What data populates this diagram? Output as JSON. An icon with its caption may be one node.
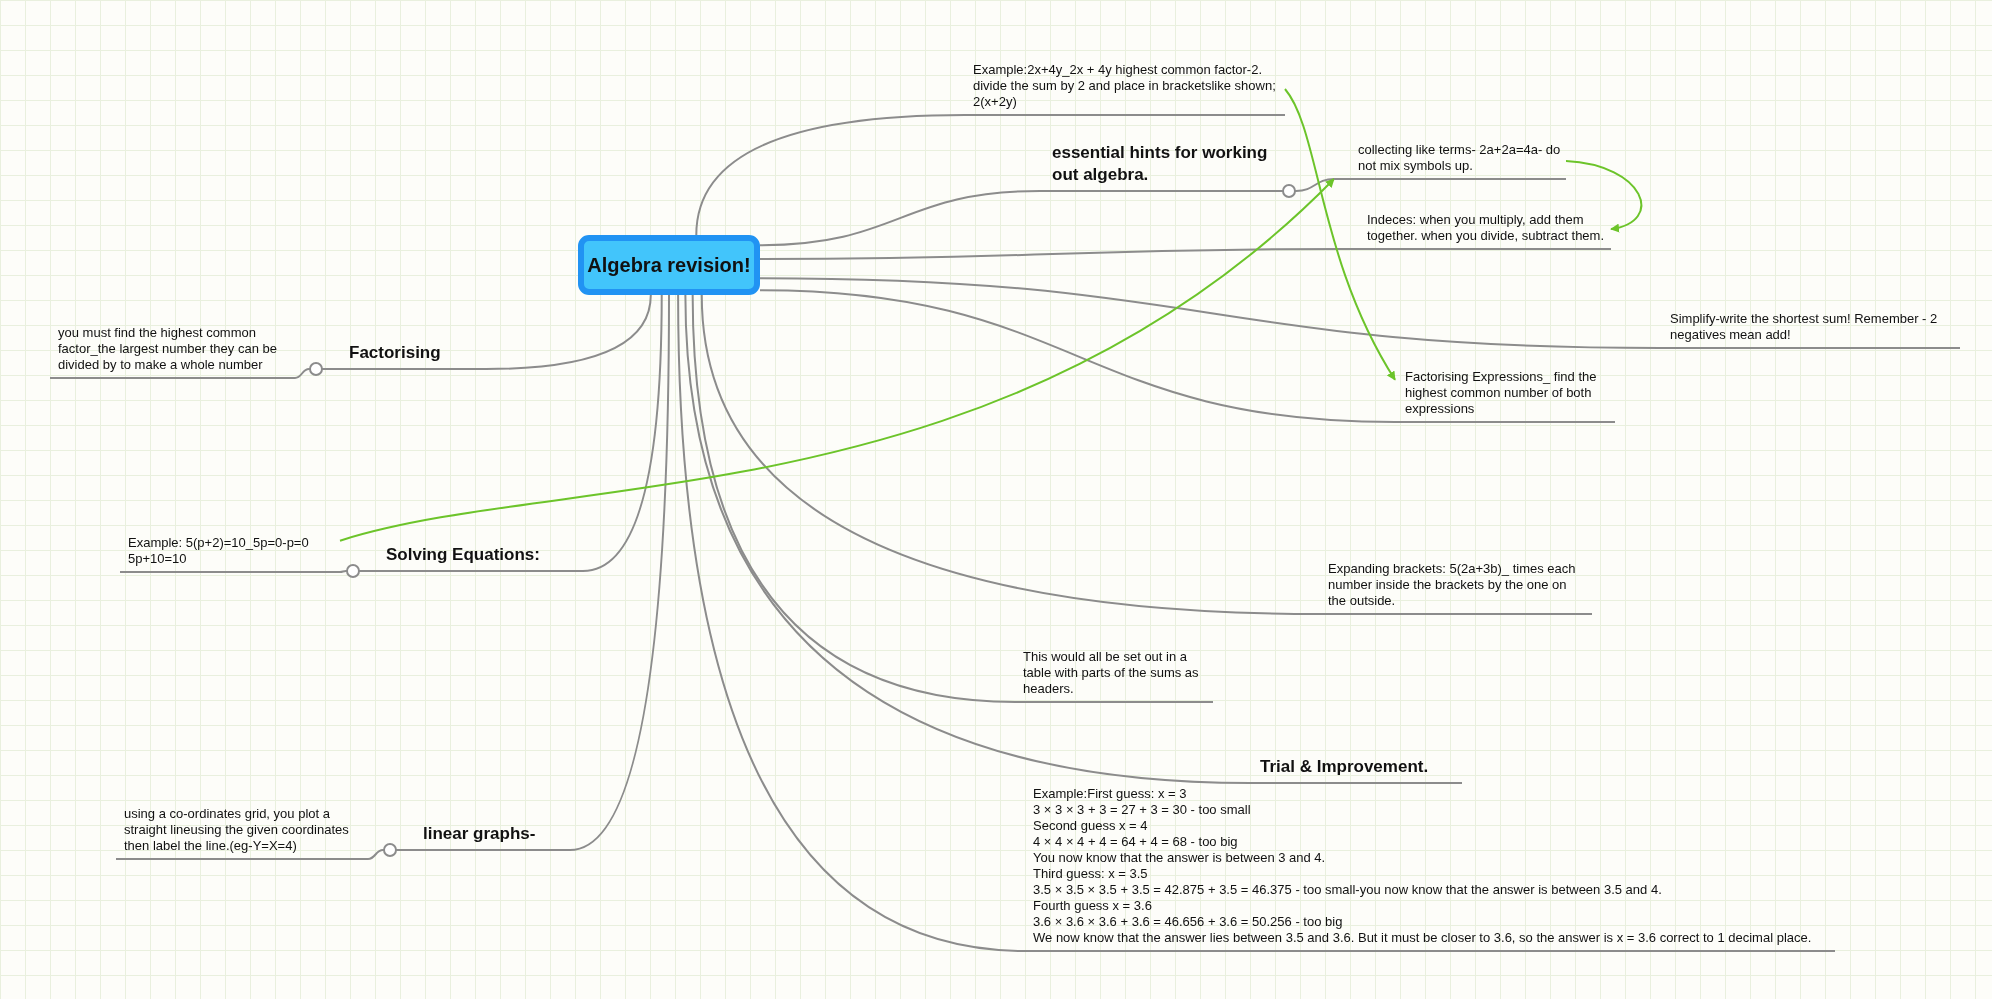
{
  "diagram": {
    "nodes": [
      {
        "text": [
          "Algebra revision!"
        ]
      },
      {
        "text": [
          "Example:2x+4y_2x + 4y highest common factor-2. divide the sum by 2 and place in bracketslike shown; 2(x+2y)"
        ]
      },
      {
        "text": [
          "essential hints for working out algebra."
        ]
      },
      {
        "text": [
          "collecting like terms- 2a+2a=4a- do not mix symbols up."
        ]
      },
      {
        "text": [
          "Indeces: when you multiply, add them together. when you divide, subtract them."
        ]
      },
      {
        "text": [
          "Simplify-write the shortest sum! Remember - 2 negatives mean add!"
        ]
      },
      {
        "text": [
          "Factorising Expressions_ find the highest common number of both expressions"
        ]
      },
      {
        "text": [
          "Expanding brackets: 5(2a+3b)_ times each number inside the brackets by the one on the outside."
        ]
      },
      {
        "text": [
          "This would all be set out in a table with parts of the sums as headers."
        ]
      },
      {
        "text": [
          "Trial & Improvement."
        ]
      },
      {
        "text": [
          "Example:First guess: x = 3",
          "3 × 3 × 3 + 3 = 27 + 3 = 30 - too small",
          "Second guess x = 4",
          "4 × 4 × 4 + 4 = 64 + 4 = 68 - too big",
          "You now know that the answer is between 3 and 4.",
          "Third guess: x = 3.5",
          "3.5 × 3.5 × 3.5 + 3.5 = 42.875 + 3.5 = 46.375 - too small-you now know that the answer is between 3.5 and 4.",
          "Fourth guess x = 3.6",
          "3.6 × 3.6 × 3.6 + 3.6 = 46.656 + 3.6 = 50.256 - too big",
          "We now know that the answer lies between 3.5 and 3.6. But it must be closer to 3.6, so the answer is x = 3.6 correct to 1 decimal place."
        ]
      },
      {
        "text": [
          "Factorising"
        ]
      },
      {
        "text": [
          "you must find the highest common factor_the largest number they can be divided by to make a whole number"
        ]
      },
      {
        "text": [
          "Solving Equations:"
        ]
      },
      {
        "text": [
          "Example: 5(p+2)=10_5p=0-p=0 5p+10=10"
        ]
      },
      {
        "text": [
          "linear graphs-"
        ]
      },
      {
        "text": [
          "using a co-ordinates grid, you plot a straight lineusing the given coordinates then label the line.(eg-Y=X=4)"
        ]
      }
    ],
    "edges": [
      {
        "from": 0,
        "to": 1,
        "arrow": "none"
      },
      {
        "from": 0,
        "to": 2,
        "arrow": "none"
      },
      {
        "from": 0,
        "to": 4,
        "arrow": "none"
      },
      {
        "from": 0,
        "to": 5,
        "arrow": "none"
      },
      {
        "from": 0,
        "to": 6,
        "arrow": "none"
      },
      {
        "from": 0,
        "to": 7,
        "arrow": "none"
      },
      {
        "from": 0,
        "to": 8,
        "arrow": "none"
      },
      {
        "from": 0,
        "to": 9,
        "arrow": "none"
      },
      {
        "from": 0,
        "to": 10,
        "arrow": "none"
      },
      {
        "from": 0,
        "to": 11,
        "arrow": "none"
      },
      {
        "from": 0,
        "to": 13,
        "arrow": "none"
      },
      {
        "from": 0,
        "to": 15,
        "arrow": "none"
      },
      {
        "from": 2,
        "to": 3,
        "arrow": "none"
      },
      {
        "from": 11,
        "to": 12,
        "arrow": "none"
      },
      {
        "from": 13,
        "to": 14,
        "arrow": "none"
      },
      {
        "from": 15,
        "to": 16,
        "arrow": "none"
      },
      {
        "from": 14,
        "to": 3,
        "arrow": "to",
        "color": "#6cc42a"
      },
      {
        "from": 3,
        "to": 4,
        "arrow": "to",
        "color": "#6cc42a"
      },
      {
        "from": 1,
        "to": 6,
        "arrow": "to",
        "color": "#6cc42a"
      }
    ]
  }
}
